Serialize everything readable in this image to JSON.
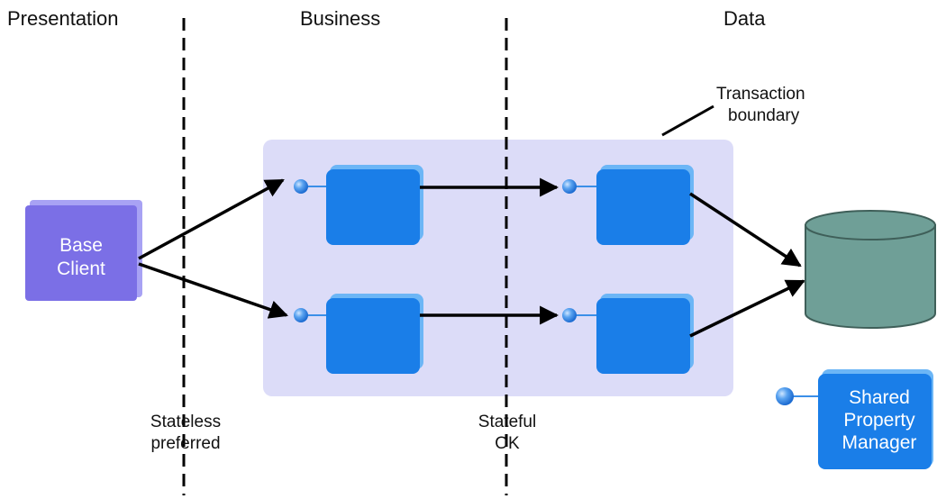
{
  "tiers": {
    "presentation": "Presentation",
    "business": "Business",
    "data": "Data"
  },
  "notes": {
    "transaction_line1": "Transaction",
    "transaction_line2": "boundary",
    "stateless_line1": "Stateless",
    "stateless_line2": "preferred",
    "stateful_line1": "Stateful",
    "stateful_line2": "OK"
  },
  "client": {
    "line1": "Base",
    "line2": "Client"
  },
  "spm": {
    "line1": "Shared",
    "line2": "Property",
    "line3": "Manager"
  },
  "colors": {
    "client": "#7b6fe6",
    "client_shadow": "#a8a2f4",
    "component": "#1a7ee8",
    "component_shadow": "#6cb6f6",
    "transaction_area": "#dcdcf8",
    "database": "#6f9f97",
    "interface_ball": "#3b8fe8"
  },
  "icons": {
    "component": "component-box-icon",
    "interface": "interface-ball-icon",
    "database": "database-cylinder-icon"
  }
}
